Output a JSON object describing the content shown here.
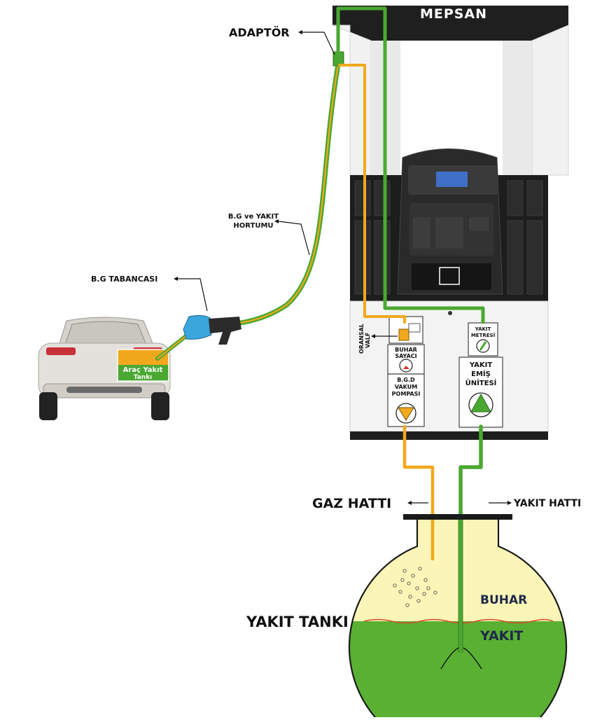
{
  "brand": "MEPSAN",
  "labels": {
    "adaptor": "ADAPTÖR",
    "hose_line1": "B.G ve YAKIT",
    "hose_line2": "HORTUMU",
    "nozzle": "B.G TABANCASI",
    "valve_line1": "ORANSAL",
    "valve_line2": "VALF",
    "vapor_meter_line1": "BUHAR",
    "vapor_meter_line2": "SAYACI",
    "vacuum_pump_line1": "B.G.D",
    "vacuum_pump_line2": "VAKUM",
    "vacuum_pump_line3": "POMPASI",
    "fuel_meter_line1": "YAKIT",
    "fuel_meter_line2": "METRESİ",
    "suction_line1": "YAKIT",
    "suction_line2": "EMİŞ",
    "suction_line3": "ÜNİTESİ",
    "car_tank_line1": "Araç Yakıt",
    "car_tank_line2": "Tankı",
    "gas_line": "GAZ HATTI",
    "fuel_line": "YAKIT HATTI",
    "fuel_tank": "YAKIT TANKI",
    "vapor": "BUHAR",
    "fuel": "YAKIT"
  },
  "colors": {
    "fuel_pipe": "#4aa832",
    "vapor_pipe": "#f2a81d",
    "tank_vapor": "#fbf6b7",
    "tank_fuel": "#5ab033",
    "nozzle": "#3aa6dc",
    "dispenser_dark": "#1d1d1d",
    "car_body": "#e4e1dc"
  }
}
